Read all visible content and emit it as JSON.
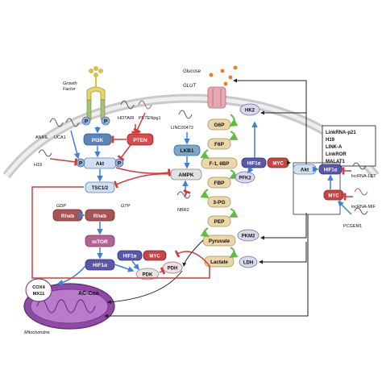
{
  "colors": {
    "membrane": "#b9b9b9",
    "blue_arrow": "#3f7fd6",
    "green_arrow": "#5cbf3f",
    "red_inhibit": "#d23b3b",
    "blue_node": "#7da7cc",
    "red_node": "#d94a4a",
    "brown_node": "#b05252",
    "purple_node": "#5a56a8",
    "pink_node": "#b36394",
    "tan_node": "#ead6a6",
    "hk_node": "#d9d9ee"
  },
  "labels": {
    "glucose": "Glucose",
    "glut": "GLUT",
    "growth_factor_line1": "Growth",
    "growth_factor_line2": "Factor",
    "p": "P",
    "hotair": "HOTAIR",
    "petenpg1": "PETENpg1",
    "pi3k": "PI3K",
    "pten": "PTEN",
    "anril": "ANRIL",
    "uca1": "UCA1",
    "h19": "H19",
    "akt": "Akt",
    "linc00473": "LINC00473",
    "lkb1": "LKB1",
    "ampk": "AMPK",
    "tsc": "TSC1/2",
    "gdp": "GDP",
    "gtp": "GTP",
    "rheb": "Rheb",
    "nbr2": "NBR2",
    "mtor": "mTOR",
    "hif1a": "HIF1α",
    "myc": "MYC",
    "pdk": "PDK",
    "pdh": "PDH",
    "cox4": "COX4",
    "mxi1": "MX11",
    "acetyl_coa": "AC-Coa",
    "mitochondria": "Mitochondria",
    "hk2": "HK2",
    "g6p": "G6P",
    "f6p": "F6P",
    "f16bp": "F-1, 6BP",
    "fbp": "FBP",
    "pg3": "3-PG",
    "pep": "PEP",
    "pfk2": "PFK2",
    "pkm2": "PKM2",
    "pyruvate": "Pyruvate",
    "lactate": "Lactate",
    "ldh": "LDH",
    "lncrna_let": "lncRNA-LET",
    "lncrna_mif": "lncRNA-MIF",
    "pcgem1": "PCGEM1"
  },
  "lnc_box": [
    "LinkRNA-p21",
    "H19",
    "LINK-A",
    "LinkROR",
    "MALAT1"
  ]
}
